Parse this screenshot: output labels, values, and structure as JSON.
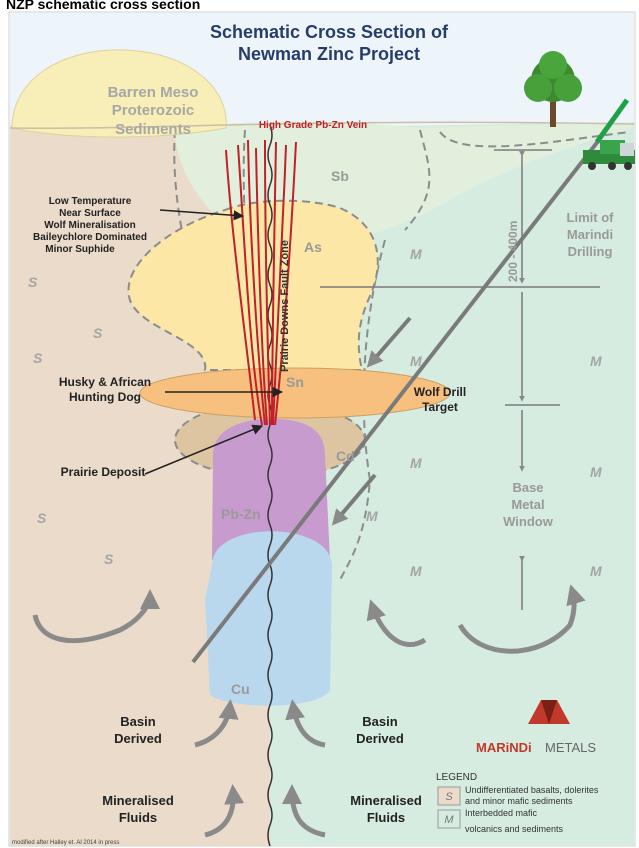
{
  "page_heading": "NZP schematic cross section",
  "title_line1": "Schematic Cross Section of",
  "title_line2": "Newman Zinc Project",
  "barren_line1": "Barren Meso",
  "barren_line2": "Proterozoic",
  "barren_line3": "Sediments",
  "vein_label": "High Grade Pb-Zn Vein",
  "low_temp": [
    "Low Temperature",
    "Near Surface",
    "Wolf Mineralisation",
    "Baileychlore Dominated",
    "Minor Suphide"
  ],
  "zones": {
    "sb": "Sb",
    "as": "As",
    "sn": "Sn",
    "cd": "Cd",
    "pbzn": "Pb-Zn",
    "cu": "Cu"
  },
  "fault_zone": "Prairie Downs Fault Zone",
  "husky_line1": "Husky & African",
  "husky_line2": "Hunting Dog",
  "prairie_deposit": "Prairie Deposit",
  "wolf_line1": "Wolf Drill",
  "wolf_line2": "Target",
  "limit_line1": "Limit of",
  "limit_line2": "Marindi",
  "limit_line3": "Drilling",
  "depth": "200 - 400m",
  "base_line1": "Base",
  "base_line2": "Metal",
  "base_line3": "Window",
  "basin_line1": "Basin",
  "basin_line2": "Derived",
  "mineralised_line1": "Mineralised",
  "mineralised_line2": "Fluids",
  "s_marker": "S",
  "m_marker": "M",
  "logo_brand_bold": "MARiNDi",
  "logo_brand_light": "METALS",
  "legend": {
    "title": "LEGEND",
    "s_line1": "Undifferentiated basalts, dolerites",
    "s_line2": "and minor mafic sediments",
    "m_line1": "Interbedded mafic",
    "m_line2": "volcanics and sediments"
  },
  "credit": "modified after Halley et. Al 2014 in press",
  "colors": {
    "s_fill": "#eadbcb",
    "m_fill": "#d6ece0",
    "sb_fill": "#e2efdc",
    "barren_fill": "#f8eeb7",
    "as_fill": "#fce7a6",
    "sn_fill": "#f7c07f",
    "cd_fill": "#ddc5a2",
    "pbzn_fill": "#c79bce",
    "cu_fill": "#b9d8ee",
    "vein": "#c0202a",
    "accent_green": "#1ea049",
    "logo_red": "#c0392b"
  }
}
